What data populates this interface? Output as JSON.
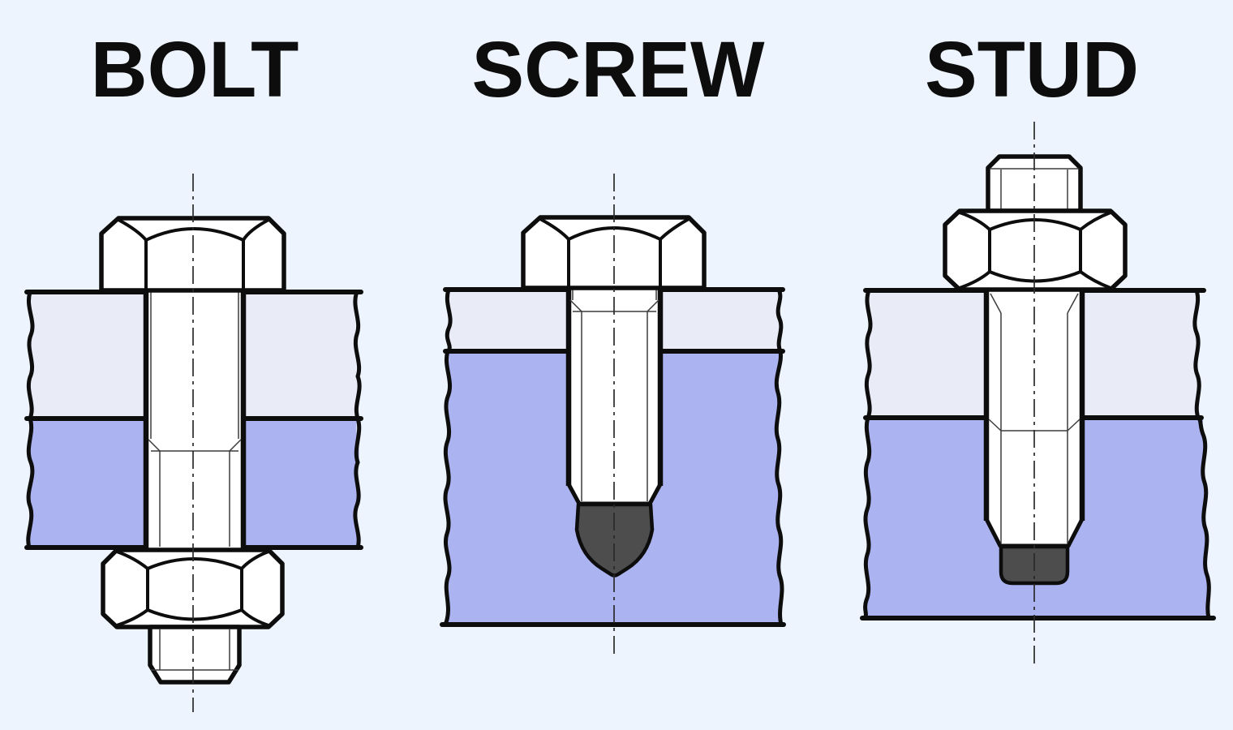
{
  "figures": [
    {
      "id": "bolt",
      "label": "BOLT"
    },
    {
      "id": "screw",
      "label": "SCREW"
    },
    {
      "id": "stud",
      "label": "STUD"
    }
  ],
  "colors": {
    "background": "#edf4fd",
    "plate_top": "#e9ebf7",
    "plate_bottom": "#abb4f1",
    "metal": "#ffffff",
    "dark_end": "#4d4d4d",
    "line": "#0d0d0d",
    "centerline": "#2a2a2a"
  }
}
